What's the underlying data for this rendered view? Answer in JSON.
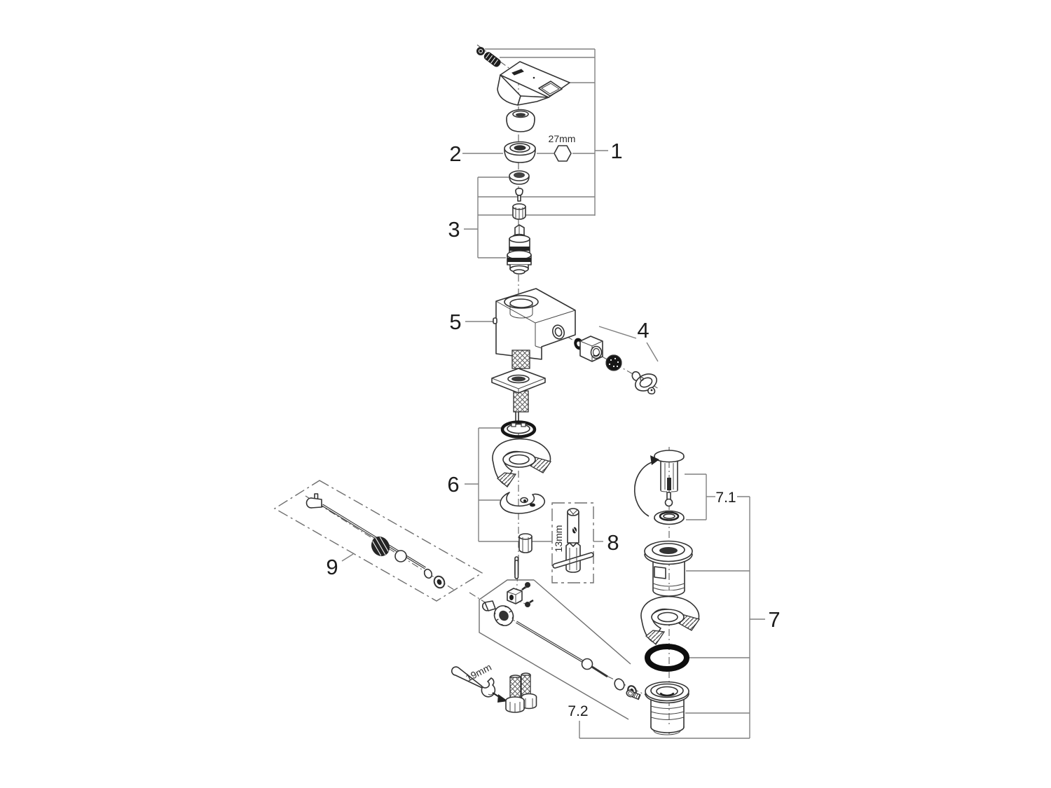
{
  "diagram": {
    "kind": "exploded-parts-diagram",
    "background": "#ffffff",
    "line_color": "#333333"
  },
  "callouts": {
    "n1": "1",
    "n2": "2",
    "n3": "3",
    "n4": "4",
    "n5": "5",
    "n6": "6",
    "n7": "7",
    "n7_1": "7.1",
    "n7_2": "7.2",
    "n8": "8",
    "n9": "9"
  },
  "tools": {
    "hex": "27mm",
    "socket": "13mm",
    "wrench": "19mm"
  }
}
